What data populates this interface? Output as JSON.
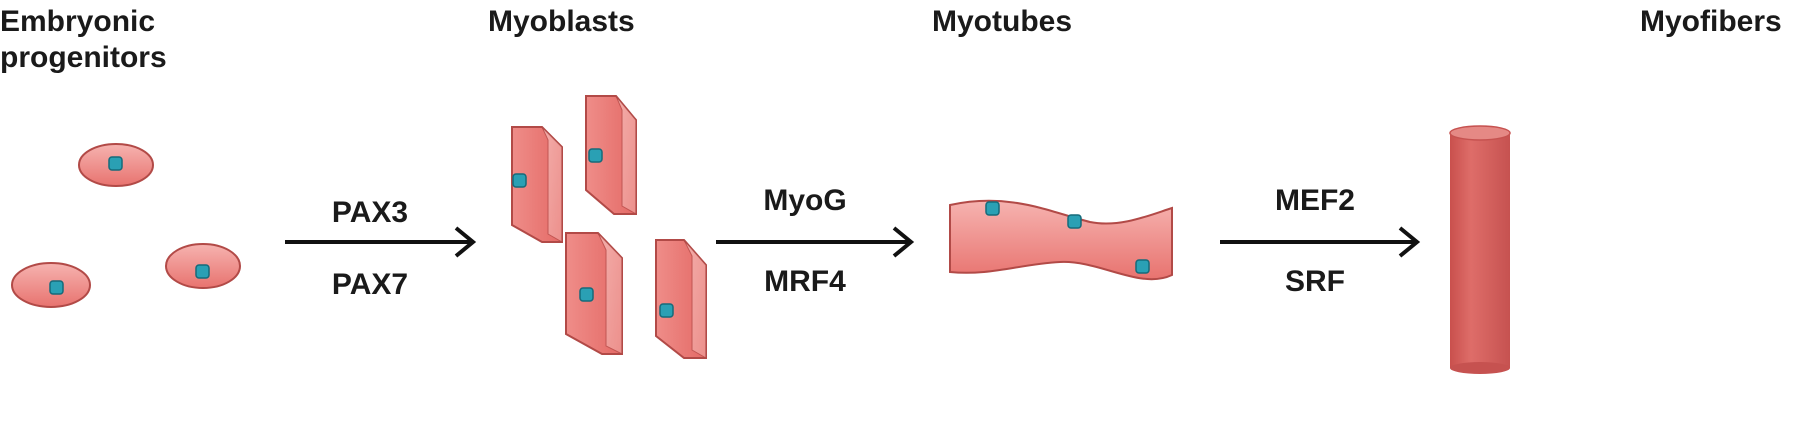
{
  "stages": [
    {
      "id": "progenitors",
      "label_lines": [
        "Embryonic",
        "progenitors"
      ]
    },
    {
      "id": "myoblasts",
      "label_lines": [
        "Myoblasts"
      ]
    },
    {
      "id": "myotubes",
      "label_lines": [
        "Myotubes"
      ]
    },
    {
      "id": "myofibers",
      "label_lines": [
        "Myofibers"
      ]
    }
  ],
  "transitions": [
    {
      "id": "progenitors-to-myoblasts",
      "factors": [
        "PAX3",
        "PAX7"
      ]
    },
    {
      "id": "myoblasts-to-myotubes",
      "factors": [
        "MyoG",
        "MRF4"
      ]
    },
    {
      "id": "myotubes-to-myofibers",
      "factors": [
        "MEF2",
        "SRF"
      ]
    }
  ],
  "colors": {
    "cell_fill": "#e8736f",
    "cell_fill_light": "#f6b3b0",
    "cell_stroke": "#b24a47",
    "nucleus_fill": "#2aa0b4",
    "nucleus_stroke": "#156a7a",
    "fiber_fill": "#d35f5c",
    "arrow": "#111111",
    "text": "#1a1a1a"
  }
}
